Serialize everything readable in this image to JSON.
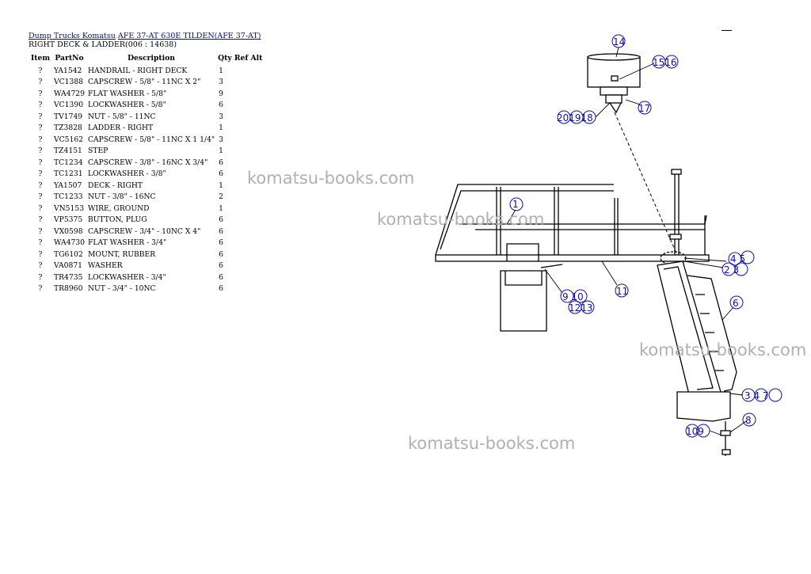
{
  "breadcrumb": {
    "link1": "Dump Trucks Komatsu",
    "link2": "AFE 37-AT 630E TILDEN(AFE 37-AT)"
  },
  "subtitle": "RIGHT DECK & LADDER(006 : 14638)",
  "table": {
    "headers": [
      "Item",
      "PartNo",
      "Description",
      "Qty",
      "Ref",
      "Alt"
    ],
    "rows": [
      {
        "item": "?",
        "part": "YA1542",
        "desc": "HANDRAIL - RIGHT DECK",
        "qty": "1"
      },
      {
        "item": "?",
        "part": "VC1388",
        "desc": "CAPSCREW - 5/8\" - 11NC X 2\"",
        "qty": "3"
      },
      {
        "item": "?",
        "part": "WA4729",
        "desc": "FLAT WASHER - 5/8\"",
        "qty": "9"
      },
      {
        "item": "?",
        "part": "VC1390",
        "desc": "LOCKWASHER - 5/8\"",
        "qty": "6"
      },
      {
        "item": "?",
        "part": "TV1749",
        "desc": "NUT - 5/8\" - 11NC",
        "qty": "3"
      },
      {
        "item": "?",
        "part": "TZ3828",
        "desc": "LADDER - RIGHT",
        "qty": "1"
      },
      {
        "item": "?",
        "part": "VC5162",
        "desc": "CAPSCREW - 5/8\" - 11NC X 1 1/4\"",
        "qty": "3"
      },
      {
        "item": "?",
        "part": "TZ4151",
        "desc": "STEP",
        "qty": "1"
      },
      {
        "item": "?",
        "part": "TC1234",
        "desc": "CAPSCREW - 3/8\" - 16NC X 3/4\"",
        "qty": "6"
      },
      {
        "item": "?",
        "part": "TC1231",
        "desc": "LOCKWASHER - 3/8\"",
        "qty": "6"
      },
      {
        "item": "?",
        "part": "YA1507",
        "desc": "DECK - RIGHT",
        "qty": "1"
      },
      {
        "item": "?",
        "part": "TC1233",
        "desc": "NUT - 3/8\" - 16NC",
        "qty": "2"
      },
      {
        "item": "?",
        "part": "VN5153",
        "desc": "WIRE, GROUND",
        "qty": "1"
      },
      {
        "item": "?",
        "part": "VP5375",
        "desc": "BUTTON, PLUG",
        "qty": "6"
      },
      {
        "item": "?",
        "part": "VX0598",
        "desc": "CAPSCREW - 3/4\" - 10NC X 4\"",
        "qty": "6"
      },
      {
        "item": "?",
        "part": "WA4730",
        "desc": "FLAT WASHER - 3/4\"",
        "qty": "6"
      },
      {
        "item": "?",
        "part": "TG6102",
        "desc": "MOUNT, RUBBER",
        "qty": "6"
      },
      {
        "item": "?",
        "part": "VA0871",
        "desc": "WASHER",
        "qty": "6"
      },
      {
        "item": "?",
        "part": "TR4735",
        "desc": "LOCKWASHER - 3/4\"",
        "qty": "6"
      },
      {
        "item": "?",
        "part": "TR8960",
        "desc": "NUT - 3/4\" - 10NC",
        "qty": "6"
      }
    ]
  },
  "watermark": "komatsu-books.com",
  "callouts": {
    "c14": "14",
    "c1516": "1516",
    "c17": "17",
    "c201918": "201918",
    "c1": "1",
    "c45": "4 5",
    "c23": "2 3",
    "c910": "9 10",
    "c1213": "1213",
    "c11": "11",
    "c6": "6",
    "c347": "3 4 7",
    "c8": "8",
    "c109": "109"
  }
}
